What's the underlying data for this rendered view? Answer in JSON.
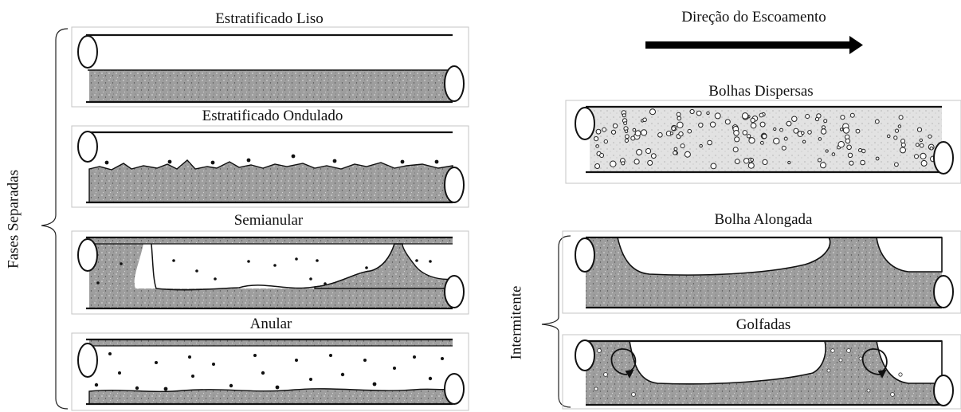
{
  "regimes": {
    "stratified_smooth": "Estratificado Liso",
    "stratified_wavy": "Estratificado Ondulado",
    "semi_annular": "Semianular",
    "annular": "Anular",
    "dispersed_bubbles": "Bolhas Dispersas",
    "elongated_bubble": "Bolha Alongada",
    "slug": "Golfadas"
  },
  "groups": {
    "separated_phases": "Fases Separadas",
    "intermittent": "Intermitente"
  },
  "flow_direction": "Direção do Escoamento",
  "colors": {
    "liquid": "#9a9a9a",
    "line": "#111111",
    "gas": "#ffffff"
  }
}
